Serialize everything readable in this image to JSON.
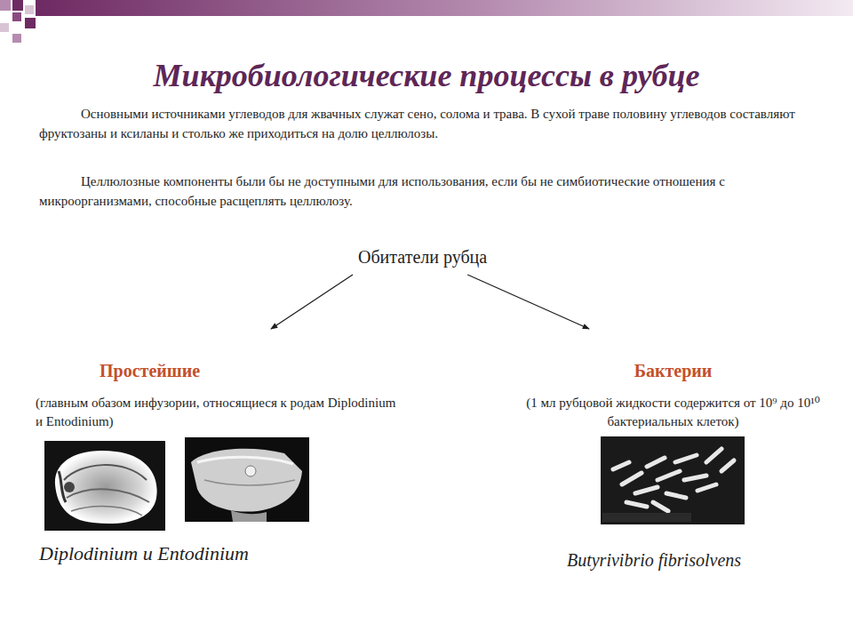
{
  "diagram": {
    "title": "Микробиологические процессы в рубце",
    "nodes": [
      {
        "text": [
          "Обитатели рубца"
        ]
      },
      {
        "text": [
          "Простейшие",
          "(главным обазом инфузории, относящиеся к родам Diplodinium и Entodinium)"
        ]
      },
      {
        "text": [
          "Бактерии",
          "(1 мл рубцовой жидкости содержится от 10⁹ до 10¹⁰ бактериальных клеток)"
        ]
      }
    ],
    "edges": [
      {
        "from": 0,
        "to": 1,
        "arrow": "to"
      },
      {
        "from": 0,
        "to": 2,
        "arrow": "to"
      }
    ],
    "labels": [
      "Основными источниками углеводов для жвачных служат сено, солома и трава. В сухой траве половину углеводов составляют фруктозаны и ксиланы и столько же приходиться на долю целлюлозы.",
      "Целлюлозные компоненты были бы не доступными для использования, если бы не симбиотические отношения с микроорганизмами, способные расщеплять целлюлозу.",
      "Diplodinium и Entodinium",
      "Butyrivibrio fibrisolvens"
    ]
  }
}
